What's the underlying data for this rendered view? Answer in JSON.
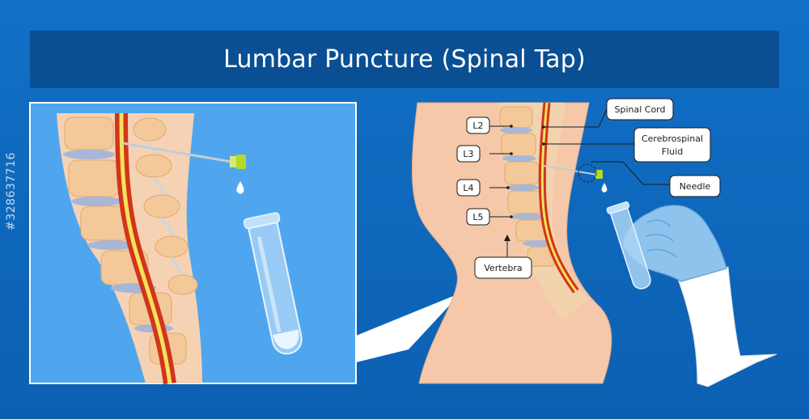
{
  "title": "Lumbar Puncture (Spinal Tap)",
  "labels": {
    "spinal_cord": "Spinal Cord",
    "csf_line1": "Cerebrospinal",
    "csf_line2": "Fluid",
    "needle": "Needle",
    "vertebra": "Vertebra",
    "l2": "L2",
    "l3": "L3",
    "l4": "L4",
    "l5": "L5"
  },
  "watermark": "#328637716",
  "colors": {
    "background": "#1170c6",
    "title_bar": "#0a4f93",
    "inset_bg": "#4fa6ef",
    "skin": "#f4c8a8",
    "bone": "#f3c99a",
    "disc": "#a8b6d8",
    "cord_outer": "#d2341c",
    "cord_inner": "#f2e25a",
    "needle_hub": "#b4d92a",
    "glove": "#8dc3ec"
  }
}
